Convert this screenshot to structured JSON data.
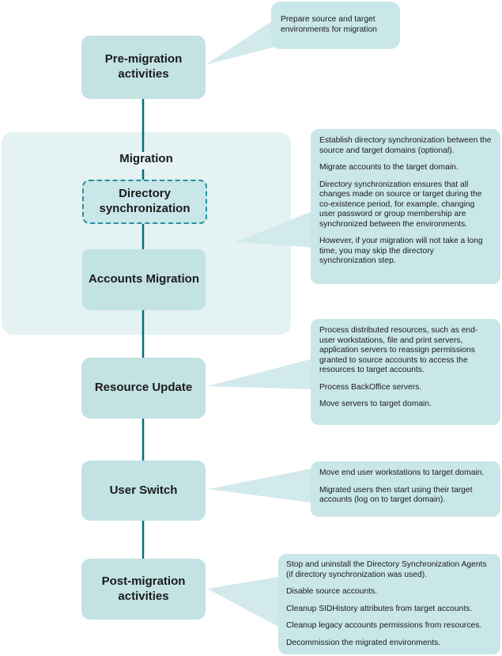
{
  "diagram": {
    "nodes": {
      "pre": {
        "label": "Pre-migration activities"
      },
      "migration_group": {
        "label": "Migration"
      },
      "dirsync": {
        "label": "Directory synchronization"
      },
      "accounts": {
        "label": "Accounts Migration"
      },
      "resource": {
        "label": "Resource Update"
      },
      "user_switch": {
        "label": "User Switch"
      },
      "post": {
        "label": "Post-migration activities"
      }
    },
    "callouts": {
      "pre": {
        "paragraphs": [
          "Prepare source and target environments for migration"
        ]
      },
      "migration": {
        "paragraphs": [
          "Establish directory synchronization between the source and target domains (optional).",
          "Migrate accounts to the target domain.",
          "Directory synchronization ensures that all changes made on source or target during the co-existence period, for example, changing user password or group membership are synchronized between the environments.",
          "However, if your migration will not take a long time, you may skip the directory synchronization step."
        ]
      },
      "resource": {
        "paragraphs": [
          "Process distributed resources, such as end-user workstations, file and print servers, application servers to reassign permissions granted to source accounts to access the resources to target accounts.",
          "Process BackOffice servers.",
          "Move servers to target domain."
        ]
      },
      "user_switch": {
        "paragraphs": [
          "Move end user workstations to target domain.",
          "Migrated users then start using their target accounts (log on to target domain)."
        ]
      },
      "post": {
        "paragraphs": [
          "Stop and uninstall the Directory Synchronization Agents (if directory synchronization was used).",
          "Disable source accounts.",
          "Cleanup SIDHistory attributes from target accounts.",
          "Cleanup legacy accounts permissions from resources.",
          "Decommission the migrated environments."
        ]
      }
    },
    "colors": {
      "node_fill": "#c3e2e4",
      "dirsync_fill": "#c9e6e8",
      "group_fill": "#e4f2f2",
      "callout_fill": "#c9e6e8",
      "tail_fill": "#d2eaec",
      "connector": "#00717f",
      "dashed_border": "#27919f",
      "text": "#1a1a1a"
    }
  }
}
